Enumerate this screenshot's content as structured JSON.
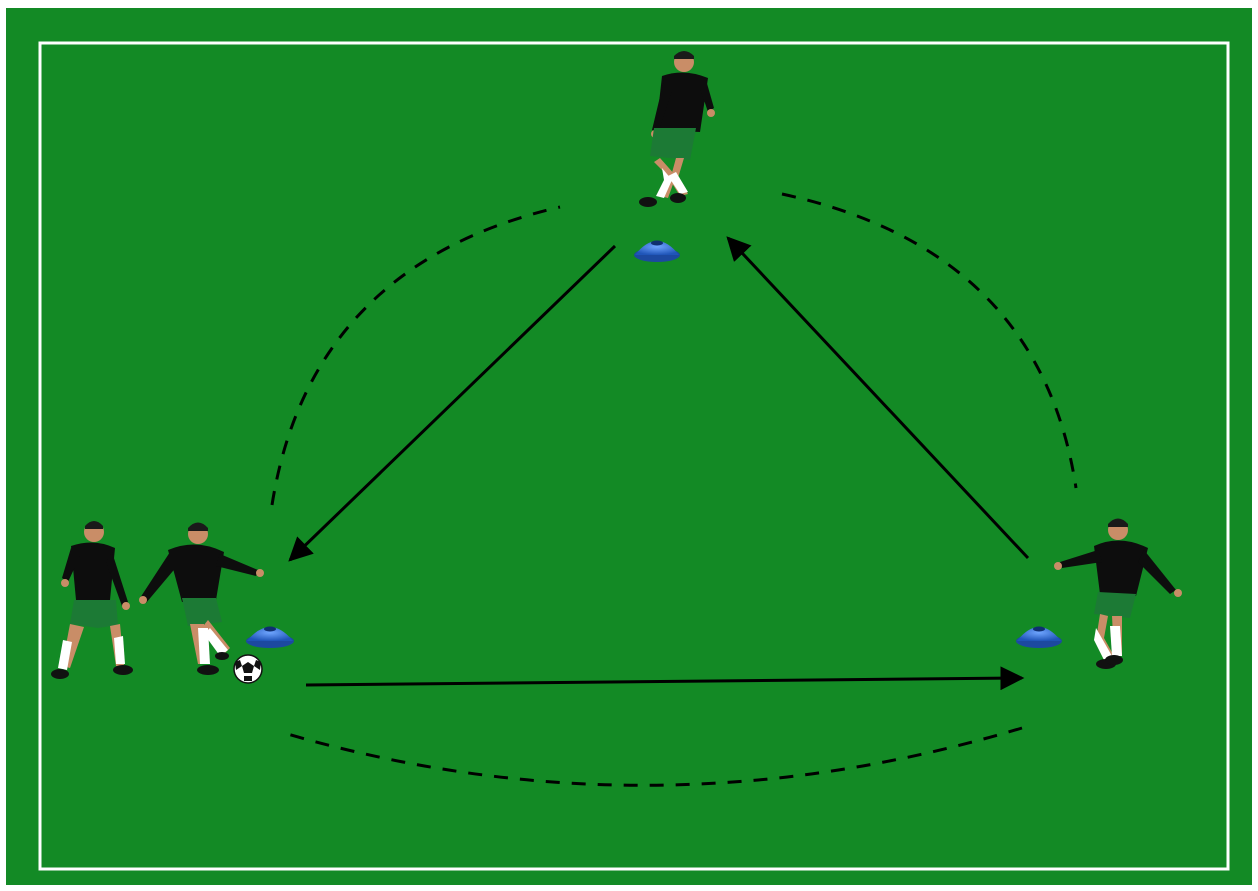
{
  "diagram": {
    "kind": "soccer-passing-drill",
    "surface_color": "#138a25",
    "line_color": "#ffffff",
    "cone_color": "#2f6fd6",
    "shirt_color": "#0d0d0d",
    "shorts_color": "#1c7a35",
    "sock_color": "#ffffff",
    "skin_color": "#c98d67",
    "players": [
      {
        "name": "player-waiting-left",
        "pose": "standing"
      },
      {
        "name": "player-left-passer",
        "pose": "kicking",
        "has_ball": true
      },
      {
        "name": "player-top",
        "pose": "running"
      },
      {
        "name": "player-right",
        "pose": "receiving"
      }
    ],
    "cones": [
      "cone-top",
      "cone-left",
      "cone-right"
    ],
    "passes": [
      {
        "from": "left",
        "to": "right",
        "style": "solid-arrow"
      },
      {
        "from": "right",
        "to": "top",
        "style": "solid-arrow"
      },
      {
        "from": "top",
        "to": "left",
        "style": "solid-arrow"
      }
    ],
    "runs": [
      {
        "from": "left",
        "to": "top",
        "style": "dashed-arc"
      },
      {
        "from": "top",
        "to": "right",
        "style": "dashed-arc"
      },
      {
        "from": "right",
        "to": "left",
        "style": "dashed-arc"
      }
    ]
  }
}
